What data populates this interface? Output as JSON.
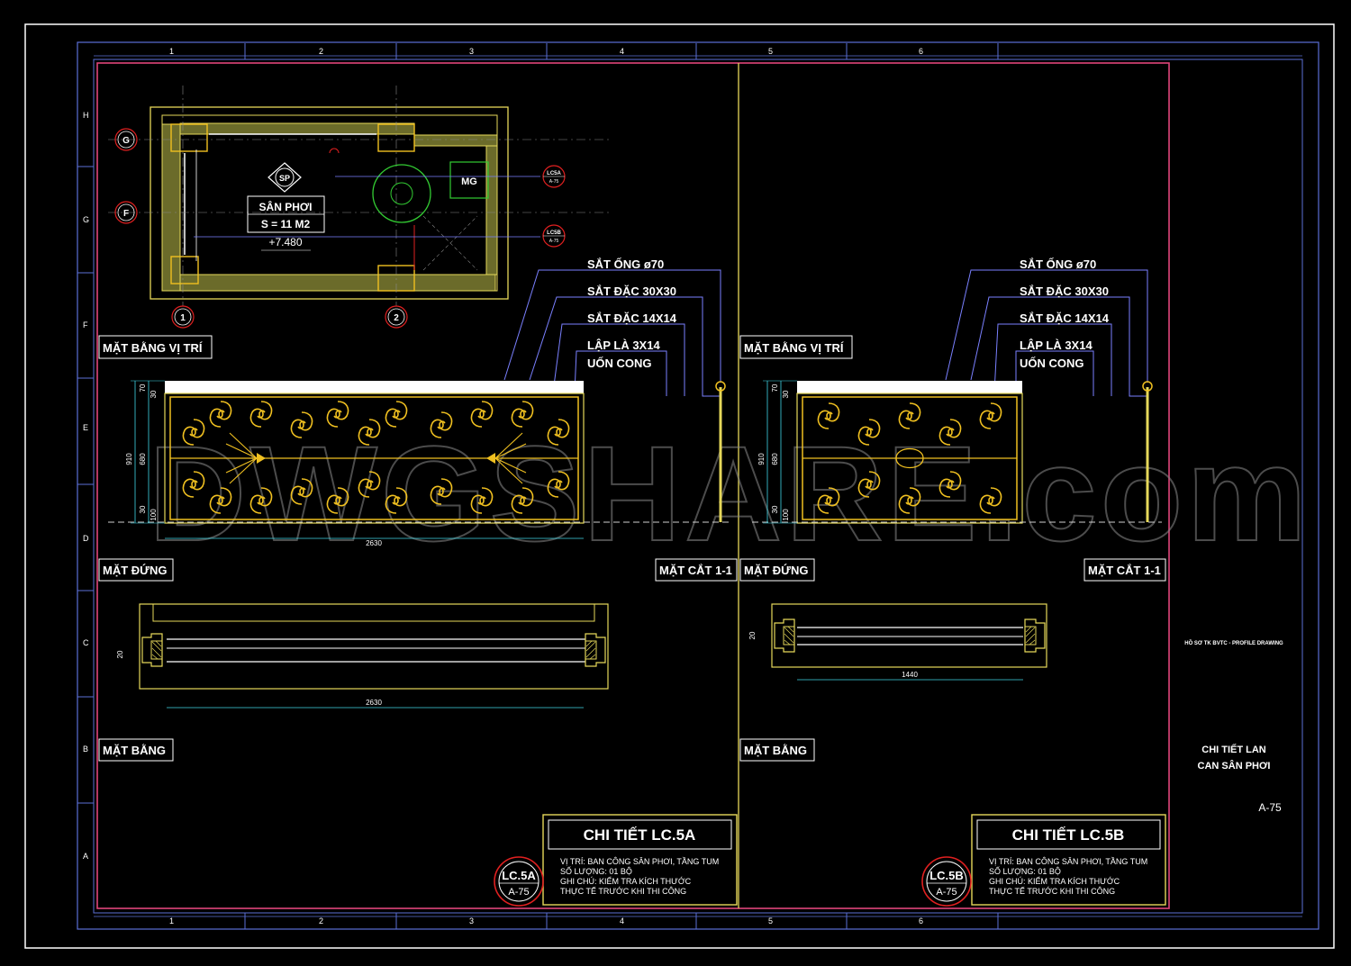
{
  "grid": {
    "columns": [
      "1",
      "2",
      "3",
      "4",
      "5",
      "6"
    ],
    "rows": [
      "H",
      "G",
      "F",
      "E",
      "D",
      "C",
      "B",
      "A"
    ]
  },
  "plan": {
    "room_name": "SÂN PHƠI",
    "room_area": "S = 11 M2",
    "room_level": "+7.480",
    "tag": "SP",
    "mg_label": "MG",
    "axis_g": "G",
    "axis_f": "F",
    "axis_1": "1",
    "axis_2": "2",
    "callout_a_top": "LC5A",
    "callout_a_bottom": "A-75",
    "callout_b_top": "LC5B",
    "callout_b_bottom": "A-75",
    "caption": "MẶT BẰNG VỊ TRÍ"
  },
  "materials": [
    "SẮT ỐNG ø70",
    "SẮT ĐẶC 30X30",
    "SẮT ĐẶC 14X14",
    "LẬP LÀ 3X14",
    "UỐN CONG"
  ],
  "left_panel": {
    "site_caption": "MẶT BẰNG VỊ TRÍ",
    "elevation_caption": "MẶT ĐỨNG",
    "section_caption": "MẶT CẮT 1-1",
    "plan_caption": "MẶT BẰNG",
    "elev_width": "2630",
    "plan_width": "2630",
    "h_total": "910",
    "h_mid": "680",
    "h_top_a": "70",
    "h_top_b": "30",
    "h_bot_a": "30",
    "h_bot_b": "100",
    "plan_thk": "20",
    "title": "CHI TIẾT LC.5A",
    "notes": [
      "VỊ TRÍ: BAN CÔNG SÂN PHƠI, TẦNG TUM",
      "SỐ LƯỢNG: 01 BỘ",
      "GHI CHÚ: KIỂM TRA KÍCH THƯỚC",
      "THỰC TẾ TRƯỚC KHI THI CÔNG"
    ],
    "badge_top": "LC.5A",
    "badge_bottom": "A-75"
  },
  "right_panel": {
    "site_caption": "MẶT BẰNG VỊ TRÍ",
    "elevation_caption": "MẶT ĐỨNG",
    "section_caption": "MẶT CẮT 1-1",
    "plan_caption": "MẶT BẰNG",
    "plan_width": "1440",
    "h_total": "910",
    "h_mid": "680",
    "h_top_a": "70",
    "h_top_b": "30",
    "h_bot_a": "30",
    "h_bot_b": "100",
    "plan_thk": "20",
    "title": "CHI TIẾT LC.5B",
    "notes": [
      "VỊ TRÍ: BAN CÔNG SÂN PHƠI, TẦNG TUM",
      "SỐ LƯỢNG: 01 BỘ",
      "GHI CHÚ: KIỂM TRA KÍCH THƯỚC",
      "THỰC TẾ TRƯỚC KHI THI CÔNG"
    ],
    "badge_top": "LC.5B",
    "badge_bottom": "A-75"
  },
  "title_block": {
    "project": "HỒ SƠ TK BVTC - PROFILE DRAWING",
    "sheet_title_1": "CHI TIẾT LAN",
    "sheet_title_2": "CAN SÂN PHƠI",
    "sheet_number": "A-75"
  },
  "watermark": "DWGSHARE.com",
  "colors": {
    "background": "#000000",
    "frame_blue": "#5b6fd6",
    "sheet_red": "#e0457a",
    "ornament": "#f0c020",
    "wall_yellow": "#e6d85a",
    "dim_cyan": "#3fd6e6",
    "leader_blue": "#7a80ff",
    "callout_red": "#e02020",
    "green": "#33cc33",
    "label": "#ffffff"
  }
}
